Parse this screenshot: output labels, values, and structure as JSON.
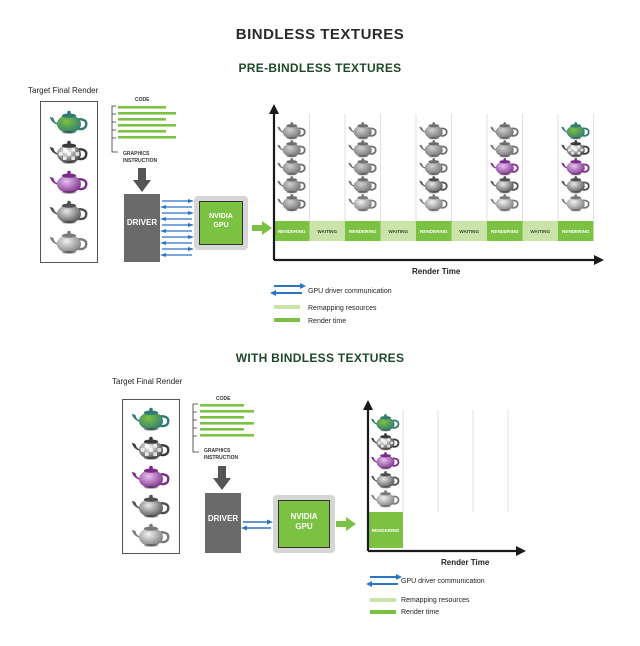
{
  "main_title": "BINDLESS TEXTURES",
  "colors": {
    "green": "#7cc242",
    "light_green": "#c9e3a8",
    "dark_green_text": "#1f4a2a",
    "gray_box": "#6a6a6a",
    "blue": "#2a76c2",
    "axis": "#1a1a1a"
  },
  "pre": {
    "heading": "PRE-BINDLESS TEXTURES",
    "target_label": "Target Final Render",
    "code_label": "CODE",
    "graphics_instruction": "GRAPHICS INSTRUCTION",
    "driver_label": "DRIVER",
    "gpu_label": "NVIDIA GPU",
    "axis_label": "Render Time",
    "timeline": [
      "RENDERING",
      "WAITING",
      "RENDERING",
      "WAITING",
      "RENDERING",
      "WAITING",
      "RENDERING",
      "WAITING",
      "RENDERING"
    ],
    "legend": {
      "comm": "GPU driver communication",
      "remap": "Remapping resources",
      "render": "Render time"
    }
  },
  "post": {
    "heading": "WITH BINDLESS TEXTURES",
    "target_label": "Target Final Render",
    "code_label": "CODE",
    "graphics_instruction": "GRAPHICS INSTRUCTION",
    "driver_label": "DRIVER",
    "gpu_label": "NVIDIA GPU",
    "axis_label": "Render Time",
    "timeline": [
      "RENDERING"
    ],
    "legend": {
      "comm": "GPU driver communication",
      "remap": "Remapping resources",
      "render": "Render time"
    }
  }
}
